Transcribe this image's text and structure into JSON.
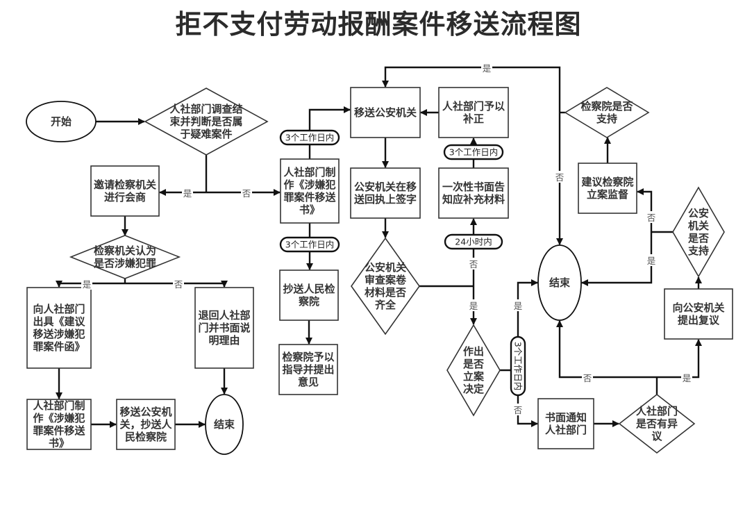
{
  "title": "拒不支付劳动报酬案件移送流程图",
  "nodes": {
    "start": {
      "type": "terminal",
      "lines": [
        "开始"
      ]
    },
    "d_investigate": {
      "type": "decision",
      "lines": [
        "人社部门调查结",
        "束并判断是否属",
        "于疑难案件"
      ]
    },
    "invite_procuratorate": {
      "type": "process",
      "lines": [
        "邀请检察机关",
        "进行会商"
      ]
    },
    "d_procuratorate_crime": {
      "type": "decision",
      "lines": [
        "检察机关认为",
        "是否涉嫌犯罪"
      ]
    },
    "issue_letter": {
      "type": "process",
      "lines": [
        "向人社部门",
        "出具《建议",
        "移送涉嫌犯",
        "罪案件函》"
      ]
    },
    "return_reason": {
      "type": "process",
      "lines": [
        "退回人社部",
        "门并书面说",
        "明理由"
      ]
    },
    "make_transfer_doc_left": {
      "type": "process",
      "lines": [
        "人社部门制",
        "作《涉嫌犯",
        "罪案件移送",
        "书》"
      ]
    },
    "transfer_cc_left": {
      "type": "process",
      "lines": [
        "移送公安机",
        "关，抄送人",
        "民检察院"
      ]
    },
    "end_left": {
      "type": "terminal",
      "lines": [
        "结束"
      ]
    },
    "make_transfer_doc_mid": {
      "type": "process",
      "lines": [
        "人社部门制",
        "作《涉嫌犯",
        "罪案件移送",
        "书》"
      ]
    },
    "cc_procuratorate": {
      "type": "process",
      "lines": [
        "抄送人民检",
        "察院"
      ]
    },
    "procuratorate_guide": {
      "type": "process",
      "lines": [
        "检察院予以",
        "指导并提出",
        "意见"
      ]
    },
    "transfer_police": {
      "type": "process",
      "lines": [
        "移送公安机关"
      ]
    },
    "police_sign": {
      "type": "process",
      "lines": [
        "公安机关在移",
        "送回执上签字"
      ]
    },
    "d_materials_complete": {
      "type": "decision",
      "lines": [
        "公安机关",
        "审查案卷",
        "材料是否",
        "齐全"
      ]
    },
    "supplement": {
      "type": "process",
      "lines": [
        "人社部门予以",
        "补正"
      ]
    },
    "notify_supplement": {
      "type": "process",
      "lines": [
        "一次性书面告",
        "知应补充材料"
      ]
    },
    "d_file_case": {
      "type": "decision",
      "lines": [
        "作出",
        "是否",
        "立案",
        "决定"
      ]
    },
    "end_right": {
      "type": "terminal",
      "lines": [
        "结束"
      ]
    },
    "notify_hr": {
      "type": "process",
      "lines": [
        "书面通知",
        "人社部门"
      ]
    },
    "d_hr_objection": {
      "type": "decision",
      "lines": [
        "人社部门",
        "是否有异",
        "议"
      ]
    },
    "request_review": {
      "type": "process",
      "lines": [
        "向公安机关",
        "提出复议"
      ]
    },
    "d_police_support": {
      "type": "decision",
      "lines": [
        "公安",
        "机关",
        "是否",
        "支持"
      ]
    },
    "suggest_supervision": {
      "type": "process",
      "lines": [
        "建议检察院",
        "立案监督"
      ]
    },
    "d_procuratorate_support": {
      "type": "decision",
      "lines": [
        "检察院是否",
        "支持"
      ]
    }
  },
  "time_limits": {
    "three_days_a": "3个工作日内",
    "three_days_b": "3个工作日内",
    "three_days_c": "3个工作日内",
    "twenty_four_hours": "24小时内",
    "three_days_vertical": "3个工作日内"
  },
  "edge_labels": {
    "yes": "是",
    "no": "否"
  }
}
